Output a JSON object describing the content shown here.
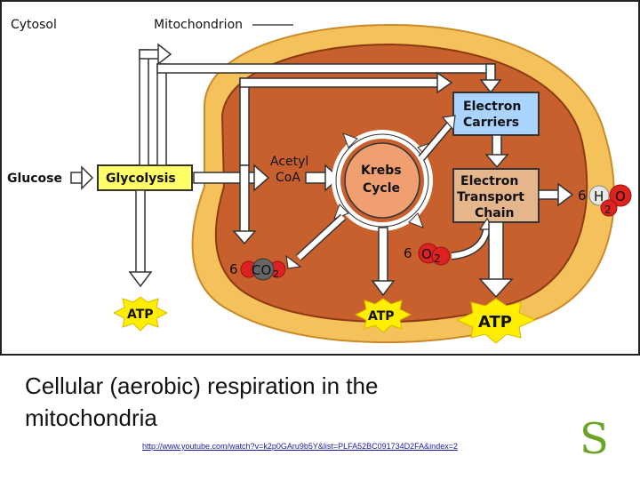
{
  "diagram": {
    "labels": {
      "cytosol": "Cytosol",
      "mitochondrion": "Mitochondrion",
      "glucose": "Glucose",
      "glycolysis": "Glycolysis",
      "acetyl": "Acetyl",
      "coa": "CoA",
      "krebs": "Krebs",
      "cycle": "Cycle",
      "electron_carriers_1": "Electron",
      "electron_carriers_2": "Carriers",
      "etc_1": "Electron",
      "etc_2": "Transport",
      "etc_3": "Chain",
      "co2_coef": "6",
      "co2_text": "CO",
      "co2_sub": "2",
      "o2_coef": "6",
      "o2_text": "O",
      "o2_sub": "2",
      "h2o_coef": "6",
      "h2o_h": "H",
      "h2o_sub": "2",
      "h2o_o": "O",
      "atp_1": "ATP",
      "atp_2": "ATP",
      "atp_3": "ATP"
    },
    "colors": {
      "cytosol_bg": "#ffffff",
      "mito_outer": "#f4c15a",
      "mito_inner": "#c8602e",
      "box_yellow": "#ffff66",
      "electron_blue": "#a8d4ff",
      "etc_tan": "#e5b58c",
      "krebs_fill": "#f0a070",
      "atp_yellow": "#ffee00"
    }
  },
  "caption": {
    "line1": "Cellular (aerobic) respiration in the",
    "line2": "mitochondria"
  },
  "link": "http://www.youtube.com/watch?v=k2p0GAru9b5Y&list=PLFA52BC091734D2FA&index=2",
  "logo": "S"
}
